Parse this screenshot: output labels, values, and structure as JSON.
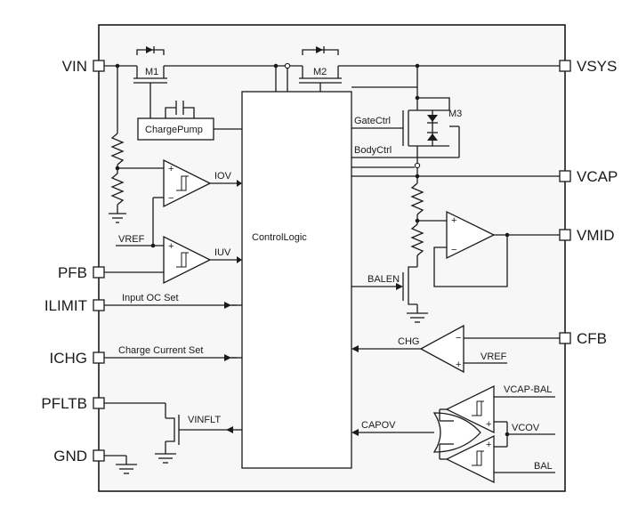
{
  "pins_left": {
    "vin": "VIN",
    "pfb": "PFB",
    "ilimit": "ILIMIT",
    "ichg": "ICHG",
    "pfltb": "PFLTB",
    "gnd": "GND"
  },
  "pins_right": {
    "vsys": "VSYS",
    "vcap": "VCAP",
    "vmid": "VMID",
    "cfb": "CFB"
  },
  "blocks": {
    "control_logic": "ControlLogic",
    "charge_pump": "ChargePump"
  },
  "transistors": {
    "m1": "M1",
    "m2": "M2",
    "m3": "M3"
  },
  "signals": {
    "gate_ctrl": "GateCtrl",
    "body_ctrl": "BodyCtrl",
    "iov": "IOV",
    "iuv": "IUV",
    "vref_left": "VREF",
    "input_oc_set": "Input OC Set",
    "charge_current_set": "Charge Current Set",
    "vinflt": "VINFLT",
    "balen": "BALEN",
    "chg": "CHG",
    "vref_right": "VREF",
    "capov": "CAPOV",
    "vcap_bal": "VCAP-BAL",
    "vcov": "VCOV",
    "bal": "BAL"
  },
  "opamp_signs": {
    "plus": "+",
    "minus": "−"
  },
  "colors": {
    "line": "#1a1a1a",
    "frame_fill": "#f7f7f7",
    "block_fill": "#ffffff"
  }
}
